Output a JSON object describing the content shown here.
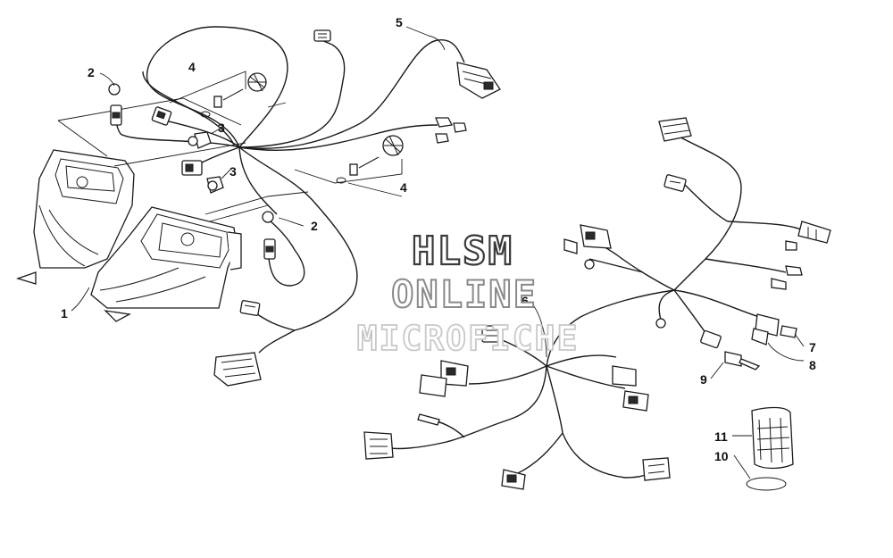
{
  "callouts": [
    {
      "id": "c1",
      "text": "1"
    },
    {
      "id": "c2a",
      "text": "2"
    },
    {
      "id": "c2b",
      "text": "2"
    },
    {
      "id": "c3a",
      "text": "3"
    },
    {
      "id": "c3b",
      "text": "3"
    },
    {
      "id": "c4a",
      "text": "4"
    },
    {
      "id": "c4b",
      "text": "4"
    },
    {
      "id": "c5",
      "text": "5"
    },
    {
      "id": "c6",
      "text": "6"
    },
    {
      "id": "c7",
      "text": "7"
    },
    {
      "id": "c8",
      "text": "8"
    },
    {
      "id": "c9",
      "text": "9"
    },
    {
      "id": "c10",
      "text": "10"
    },
    {
      "id": "c11",
      "text": "11"
    }
  ],
  "watermark": {
    "line1": "HLSM",
    "line2": "ONLINE",
    "line3": "MICROFICHE"
  },
  "colors": {
    "ink": "#1a1a1a",
    "watermark_dark": "#3a3a3a",
    "watermark_light": "#c8c8c8",
    "background": "#ffffff"
  }
}
